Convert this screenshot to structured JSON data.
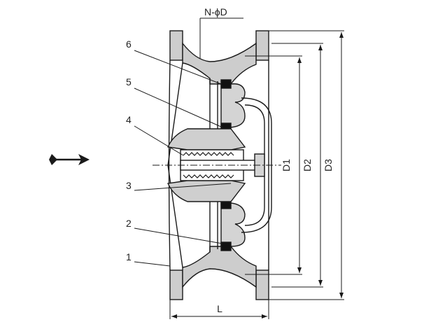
{
  "drawing": {
    "callouts": [
      "6",
      "5",
      "4",
      "3",
      "2",
      "1"
    ],
    "bolt_spec": "N-ϕD",
    "dimensions": {
      "d1": "D1",
      "d2": "D2",
      "d3": "D3",
      "length": "L"
    },
    "flow_direction_icon": "arrow-right-icon",
    "colors": {
      "line": "#1a1a1a",
      "fill_gray": "#c9c9c9",
      "seal_black": "#111111"
    }
  }
}
